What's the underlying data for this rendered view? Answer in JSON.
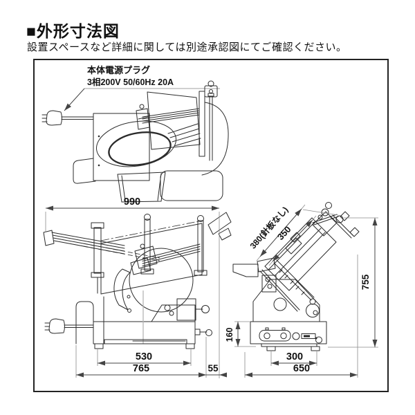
{
  "title": "■外形寸法図",
  "subtitle": "設置スペースなど詳細に関しては別途承認図にてご確認ください。",
  "plug_note": {
    "line1": "本体電源プラグ",
    "line2": "3相200V 50/60Hz 20A"
  },
  "dims": {
    "front": {
      "overall_width": "990",
      "foot_span": "530",
      "body_width": "765",
      "side_offset": "55"
    },
    "side": {
      "carriage_without_plate": "380(針板なし)",
      "carriage_width": "350",
      "overall_height": "755",
      "base_height": "160",
      "foot_span": "300",
      "overall_depth": "650"
    }
  }
}
